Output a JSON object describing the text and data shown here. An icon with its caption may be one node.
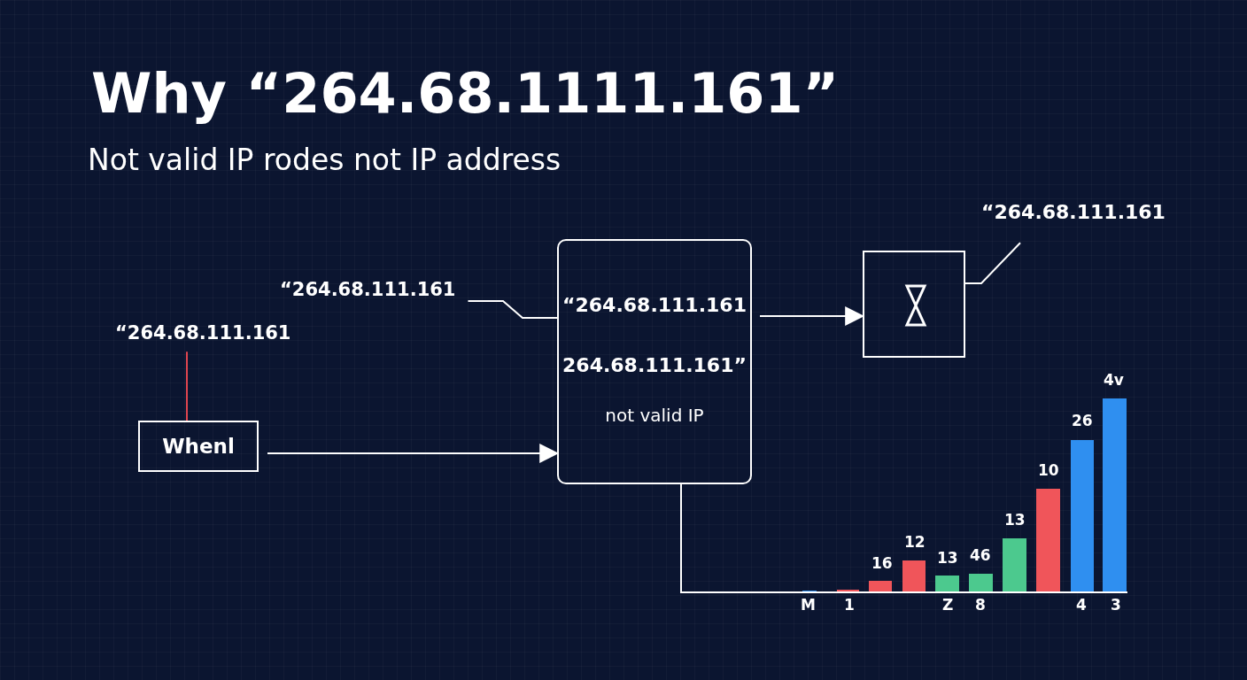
{
  "diagram": {
    "title": "Why “264.68.1111.161”",
    "nodes": [
      {
        "text": [
          "“264.68.111.161"
        ]
      },
      {
        "text": [
          "Whenl"
        ]
      },
      {
        "text": [
          "“264.68.111.161"
        ]
      },
      {
        "text": [
          "“264.68.111.161",
          "264.68.111.161”",
          "not valid IP"
        ]
      },
      {
        "text": [],
        "shape": "box"
      },
      {
        "text": [
          "“264.68.111.161"
        ]
      },
      {
        "text": [],
        "shape": "picture"
      }
    ],
    "edges": [
      {
        "from": 0,
        "to": 1,
        "arrow": "none",
        "color": "#e0454f"
      },
      {
        "from": 1,
        "to": 3,
        "arrow": "to"
      },
      {
        "from": 2,
        "to": 3,
        "arrow": "none"
      },
      {
        "from": 3,
        "to": 4,
        "arrow": "to"
      },
      {
        "from": 4,
        "to": 5,
        "arrow": "none"
      },
      {
        "from": 3,
        "to": 6,
        "arrow": "none"
      }
    ],
    "labels": [
      "Not valid IP rodes not IP address",
      "4v",
      "26",
      "10",
      "13",
      "12",
      "16",
      "13",
      "46",
      "M",
      "1",
      "Z",
      "8",
      "4",
      "3"
    ]
  }
}
